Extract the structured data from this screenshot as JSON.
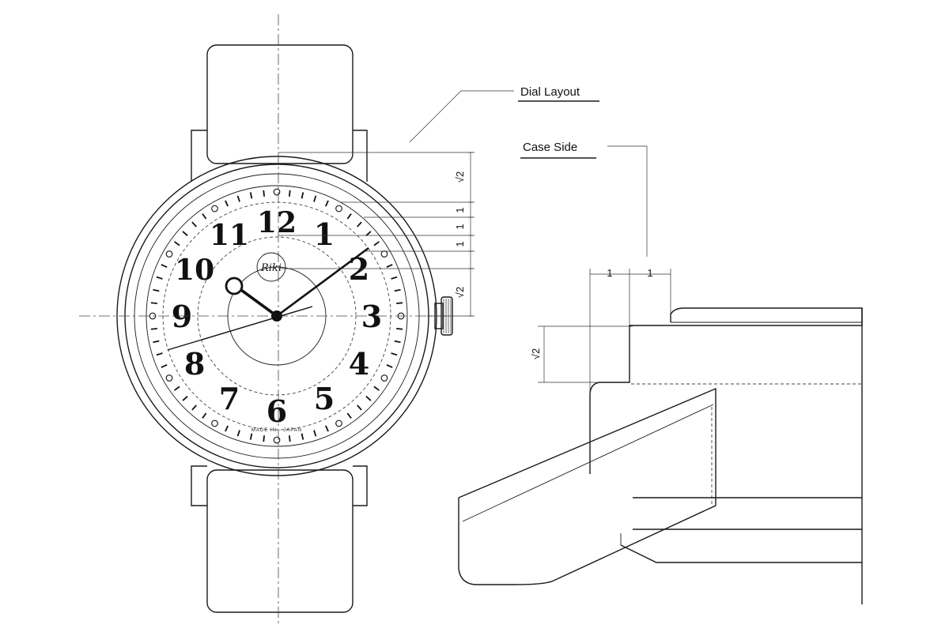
{
  "labels": {
    "dial_layout": "Dial Layout",
    "case_side": "Case Side"
  },
  "dial": {
    "numerals": [
      "12",
      "1",
      "2",
      "3",
      "4",
      "5",
      "6",
      "7",
      "8",
      "9",
      "10",
      "11"
    ],
    "brand": "Riki",
    "made_in": "MADE IN · JAPAN"
  },
  "dimensions": {
    "dial_right": [
      "√2",
      "1",
      "1",
      "1",
      "√2"
    ],
    "case_top": [
      "1",
      "1"
    ],
    "case_left": "√2"
  }
}
